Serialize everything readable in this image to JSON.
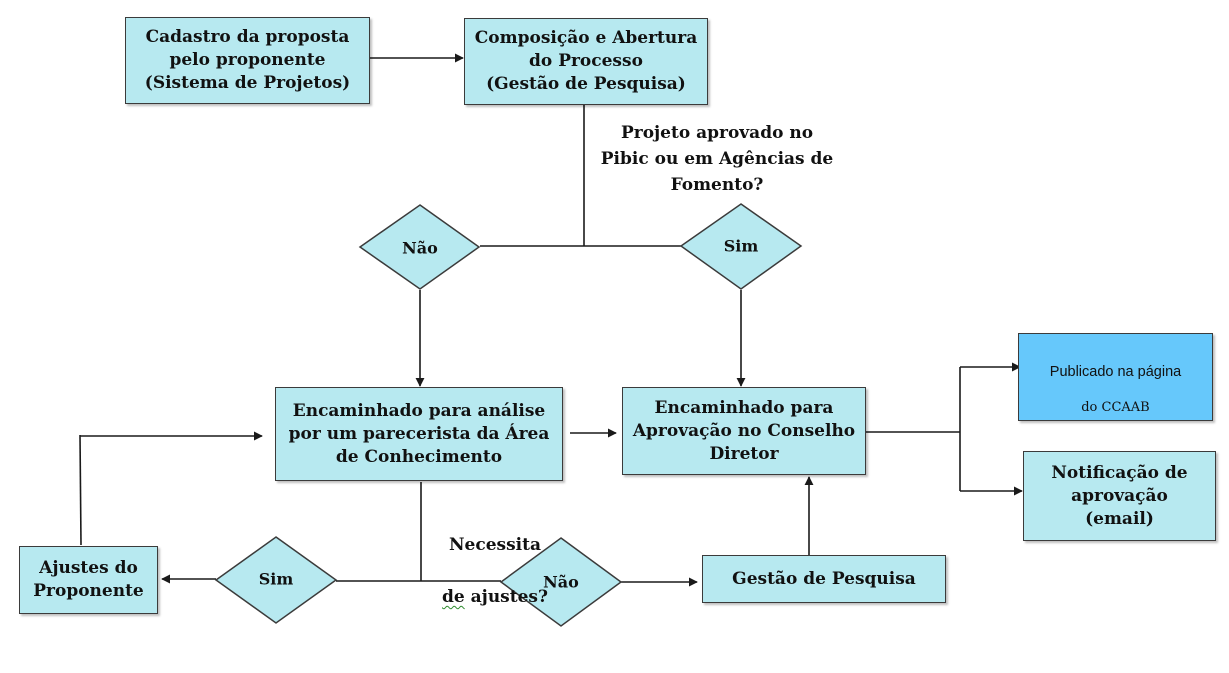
{
  "boxes": {
    "cadastro": "Cadastro da proposta\npelo proponente\n(Sistema de Projetos)",
    "composicao": "Composição e Abertura\ndo Processo\n(Gestão de Pesquisa)",
    "encaminhado_analise": "Encaminhado para análise\npor um parecerista da Área\nde Conhecimento",
    "encaminhado_aprovacao": "Encaminhado para\nAprovação no Conselho\nDiretor",
    "publicado_line1": "Publicado na página",
    "publicado_line2": "do CCAAB",
    "notificacao": "Notificação de\naprovação\n(email)",
    "ajustes": "Ajustes do\nProponente",
    "gestao": "Gestão de Pesquisa"
  },
  "decisions": {
    "nao_top": "Não",
    "sim_top": "Sim",
    "sim_bottom": "Sim",
    "nao_bottom": "Não"
  },
  "notes": {
    "projeto_aprovado": "Projeto aprovado no\nPibic ou em Agências de\nFomento?",
    "necessita_line1": "Necessita",
    "necessita_line2": "de ajustes?"
  },
  "colors": {
    "box_fill": "#b7e9f0",
    "publish_fill": "#66c8fb",
    "line": "#1a1a1a"
  }
}
